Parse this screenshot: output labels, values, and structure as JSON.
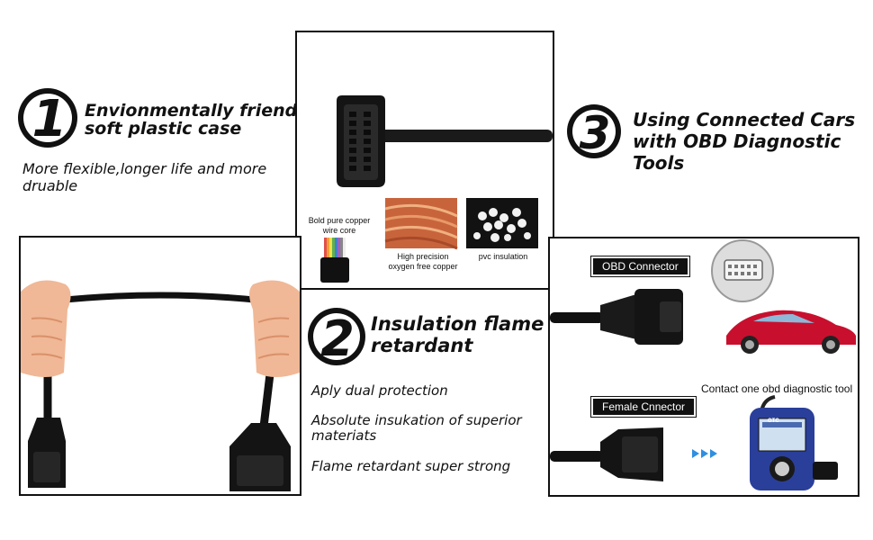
{
  "feature1": {
    "number": "1",
    "title_line1": "Envionmentally friendly",
    "title_line2": "soft plastic case",
    "desc_line1": "More flexible,longer life and more",
    "desc_line2": "druable"
  },
  "feature2": {
    "number": "2",
    "title_line1": "Insulation flame",
    "title_line2": "retardant",
    "points": [
      "Aply dual protection",
      "Absolute insukation of superior",
      "materiats",
      "Flame retardant super strong"
    ]
  },
  "feature3": {
    "number": "3",
    "title_line1": "Using Connected Cars",
    "title_line2": "with OBD Diagnostic",
    "title_line3": "Tools"
  },
  "materials": {
    "copper_label_line1": "Bold pure copper",
    "copper_label_line2": "wire core",
    "precision_label_line1": "High precision",
    "precision_label_line2": "oxygen free copper",
    "pvc_label": "pvc insulation"
  },
  "connectors": {
    "obd_tag": "OBD Connector",
    "female_tag": "Female Cnnector",
    "tool_caption": "Contact one obd diagnostic tool",
    "device_brand": "OTC"
  },
  "colors": {
    "car_red": "#c8102e",
    "arrow_blue": "#2f8fe0",
    "copper": "#c8643c",
    "device_blue": "#2a3f9a"
  }
}
